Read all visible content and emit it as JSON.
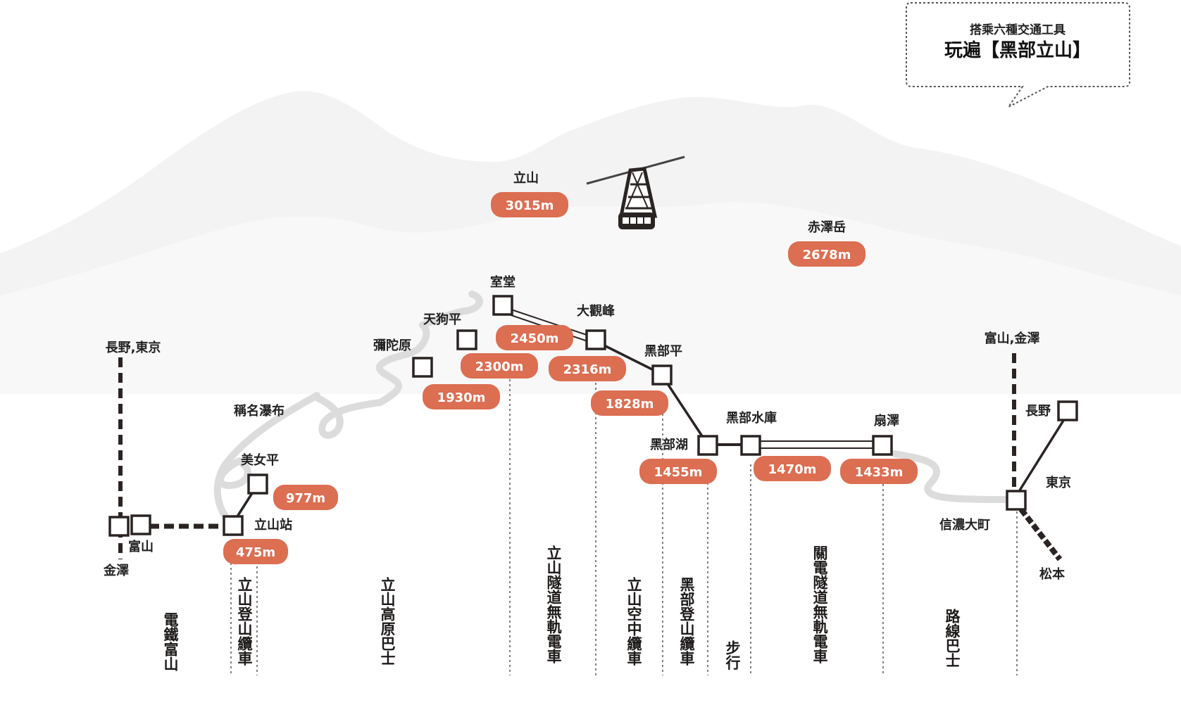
{
  "callout": {
    "subtitle": "搭乘六種交通工具",
    "title": "玩遍【黑部立山】"
  },
  "colors": {
    "elevation_badge": "#dc6e52",
    "line": "#2a2423",
    "road": "#d9d9d9",
    "mountain": "#f1f1f1"
  },
  "icons": [
    "ropeway-gondola-icon",
    "station-square-icon"
  ],
  "peaks": [
    {
      "name": "立山",
      "elevation": "3015m"
    },
    {
      "name": "赤澤岳",
      "elevation": "2678m"
    }
  ],
  "stations": [
    {
      "id": "murodo",
      "name": "室堂",
      "elevation": "2450m"
    },
    {
      "id": "daikanbo",
      "name": "大觀峰",
      "elevation": "2316m"
    },
    {
      "id": "tengudaira",
      "name": "天狗平",
      "elevation": "2300m"
    },
    {
      "id": "midagahara",
      "name": "彌陀原",
      "elevation": "1930m"
    },
    {
      "id": "kurobedaira",
      "name": "黑部平",
      "elevation": "1828m"
    },
    {
      "id": "kurobeko",
      "name": "黑部湖",
      "elevation": "1455m"
    },
    {
      "id": "kurobedam",
      "name": "黑部水庫",
      "elevation": "1470m"
    },
    {
      "id": "ogizawa",
      "name": "扇澤",
      "elevation": "1433m"
    },
    {
      "id": "bijodaira",
      "name": "美女平",
      "elevation": "977m"
    },
    {
      "id": "tateyama",
      "name": "立山站",
      "elevation": "475m"
    },
    {
      "id": "toyama",
      "name": "富山",
      "elevation": ""
    },
    {
      "id": "shinanoomachi",
      "name": "信濃大町",
      "elevation": ""
    }
  ],
  "places": {
    "shomyo_falls": "稱名瀑布",
    "nagano_tokyo": "長野,東京",
    "kanazawa": "金澤",
    "toyama_kanazawa": "富山,金澤",
    "nagano": "長野",
    "tokyo": "東京",
    "matsumoto": "松本"
  },
  "routes": [
    {
      "label": "電鐵富山"
    },
    {
      "label": "立山登山纜車"
    },
    {
      "label": "立山高原巴士"
    },
    {
      "label": "立山隧道無軌電車"
    },
    {
      "label": "立山空中纜車"
    },
    {
      "label": "黑部登山纜車"
    },
    {
      "label": "步行"
    },
    {
      "label": "關電隧道無軌電車"
    },
    {
      "label": "路線巴士"
    }
  ]
}
